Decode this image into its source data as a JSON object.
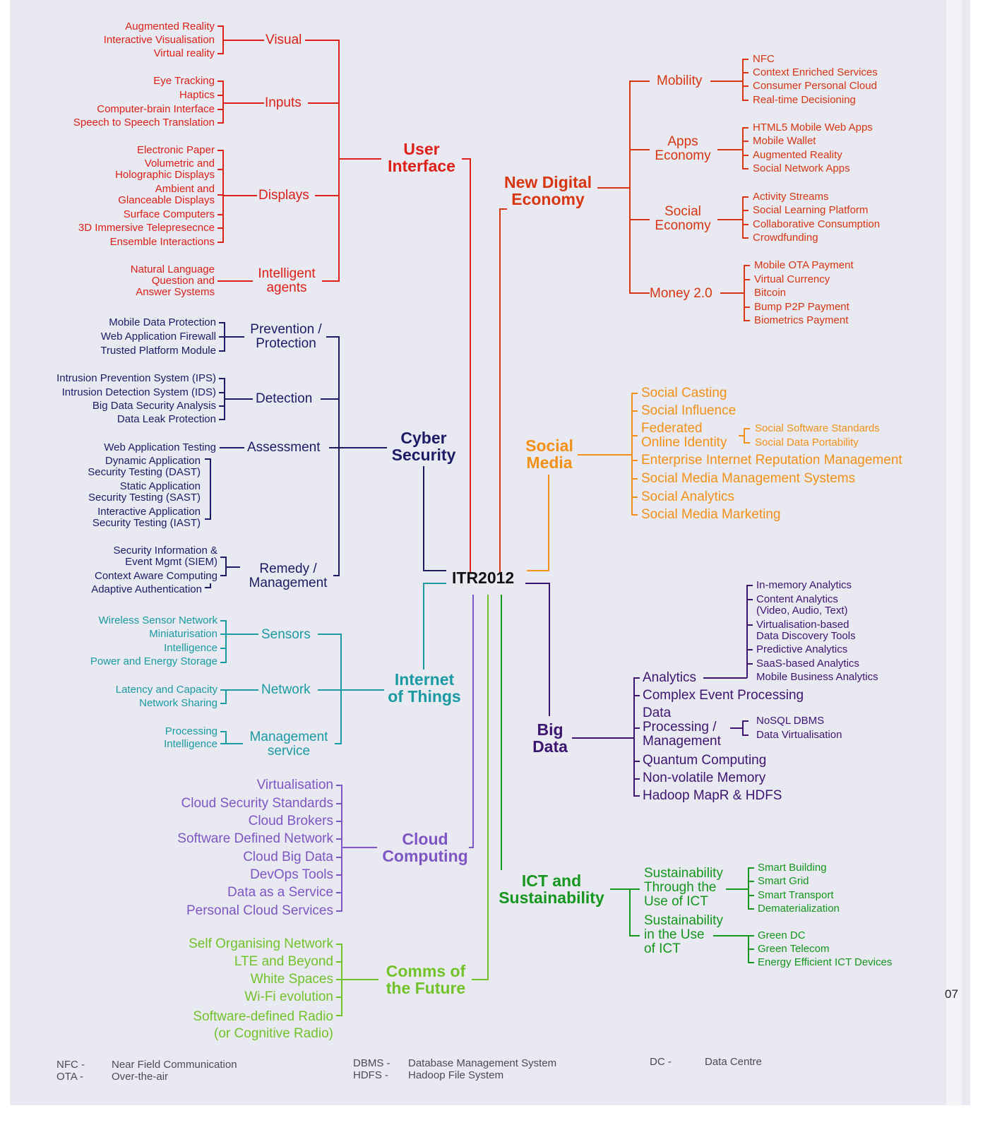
{
  "center": "ITR2012",
  "page_number": "07",
  "user_interface": {
    "title": "User\nInterface",
    "groups": [
      {
        "label": "Visual",
        "items": [
          "Augmented Reality",
          "Interactive Visualisation",
          "Virtual reality"
        ]
      },
      {
        "label": "Inputs",
        "items": [
          "Eye Tracking",
          "Haptics",
          "Computer-brain Interface",
          "Speech to Speech Translation"
        ]
      },
      {
        "label": "Displays",
        "items": [
          "Electronic Paper",
          "Volumetric and\nHolographic Displays",
          "Ambient and\nGlanceable Displays",
          "Surface Computers",
          "3D Immersive Telepresecnce",
          "Ensemble Interactions"
        ]
      },
      {
        "label": "Intelligent\nagents",
        "items": [
          "Natural Language\nQuestion and\nAnswer Systems"
        ]
      }
    ]
  },
  "cyber_security": {
    "title": "Cyber\nSecurity",
    "groups": [
      {
        "label": "Prevention /\nProtection",
        "items": [
          "Mobile Data Protection",
          "Web Application Firewall",
          "Trusted Platform Module"
        ]
      },
      {
        "label": "Detection",
        "items": [
          "Intrusion Prevention System (IPS)",
          "Intrusion Detection System (IDS)",
          "Big Data Security Analysis",
          "Data Leak Protection"
        ]
      },
      {
        "label": "Assessment",
        "items": [
          "Web Application Testing",
          "Dynamic Application\nSecurity Testing (DAST)",
          "Static Application\nSecurity Testing (SAST)",
          "Interactive Application\nSecurity Testing (IAST)"
        ]
      },
      {
        "label": "Remedy /\nManagement",
        "items": [
          "Security Information &\nEvent Mgmt (SIEM)",
          "Context Aware Computing",
          "Adaptive Authentication"
        ]
      }
    ]
  },
  "iot": {
    "title": "Internet\nof Things",
    "groups": [
      {
        "label": "Sensors",
        "items": [
          "Wireless Sensor Network",
          "Miniaturisation",
          "Intelligence",
          "Power and Energy Storage"
        ]
      },
      {
        "label": "Network",
        "items": [
          "Latency and Capacity",
          "Network Sharing"
        ]
      },
      {
        "label": "Management\nservice",
        "items": [
          "Processing",
          "Intelligence"
        ]
      }
    ]
  },
  "cloud": {
    "title": "Cloud\nComputing",
    "items": [
      "Virtualisation",
      "Cloud Security Standards",
      "Cloud Brokers",
      "Software Defined Network",
      "Cloud Big Data",
      "DevOps Tools",
      "Data as a Service",
      "Personal Cloud Services"
    ]
  },
  "comms": {
    "title": "Comms of\nthe Future",
    "items": [
      "Self Organising Network",
      "LTE and Beyond",
      "White Spaces",
      "Wi-Fi evolution",
      "Software-defined Radio\n(or Cognitive Radio)"
    ]
  },
  "new_digital_economy": {
    "title": "New Digital\nEconomy",
    "groups": [
      {
        "label": "Mobility",
        "items": [
          "NFC",
          "Context Enriched Services",
          "Consumer Personal Cloud",
          "Real-time Decisioning"
        ]
      },
      {
        "label": "Apps\nEconomy",
        "items": [
          "HTML5 Mobile Web Apps",
          "Mobile Wallet",
          "Augmented Reality",
          "Social Network Apps"
        ]
      },
      {
        "label": "Social\nEconomy",
        "items": [
          "Activity Streams",
          "Social Learning Platform",
          "Collaborative Consumption",
          "Crowdfunding"
        ]
      },
      {
        "label": "Money 2.0",
        "items": [
          "Mobile OTA Payment",
          "Virtual Currency",
          "Bitcoin",
          "Bump P2P Payment",
          "Biometrics Payment"
        ]
      }
    ]
  },
  "social_media": {
    "title": "Social\nMedia",
    "items": [
      "Social Casting",
      "Social Influence",
      "Federated\nOnline Identity",
      "Enterprise Internet Reputation Management",
      "Social Media Management Systems",
      "Social Analytics",
      "Social Media Marketing"
    ],
    "identity_items": [
      "Social Software Standards",
      "Social Data Portability"
    ]
  },
  "big_data": {
    "title": "Big\nData",
    "items": [
      "Analytics",
      "Complex Event Processing",
      "Data\nProcessing /\nManagement",
      "Quantum Computing",
      "Non-volatile Memory",
      "Hadoop MapR & HDFS"
    ],
    "analytics_items": [
      "In-memory Analytics",
      "Content Analytics\n(Video, Audio, Text)",
      "Virtualisation-based\nData Discovery Tools",
      "Predictive Analytics",
      "SaaS-based Analytics",
      "Mobile Business Analytics"
    ],
    "processing_items": [
      "NoSQL DBMS",
      "Data Virtualisation"
    ]
  },
  "ict": {
    "title": "ICT and\nSustainability",
    "groups": [
      {
        "label": "Sustainability\nThrough the\nUse of ICT",
        "items": [
          "Smart Building",
          "Smart Grid",
          "Smart Transport",
          "Dematerialization"
        ]
      },
      {
        "label": "Sustainability\nin the Use\nof ICT",
        "items": [
          "Green DC",
          "Green Telecom",
          "Energy Efficient ICT Devices"
        ]
      }
    ]
  },
  "footnotes": [
    {
      "abbr": "NFC -",
      "text": "Near Field Communication"
    },
    {
      "abbr": "OTA -",
      "text": "Over-the-air"
    },
    {
      "abbr": "DBMS -",
      "text": "Database Management System"
    },
    {
      "abbr": "HDFS -",
      "text": "Hadoop File System"
    },
    {
      "abbr": "DC -",
      "text": "Data Centre"
    }
  ],
  "colors": {
    "user_interface": "#dd2018",
    "new_digital_economy": "#d83512",
    "cyber_security": "#1b1b66",
    "iot": "#1a9aa2",
    "cloud": "#7e56c4",
    "comms": "#72c22c",
    "social_media": "#f29018",
    "big_data": "#3d1470",
    "ict": "#15961e"
  }
}
